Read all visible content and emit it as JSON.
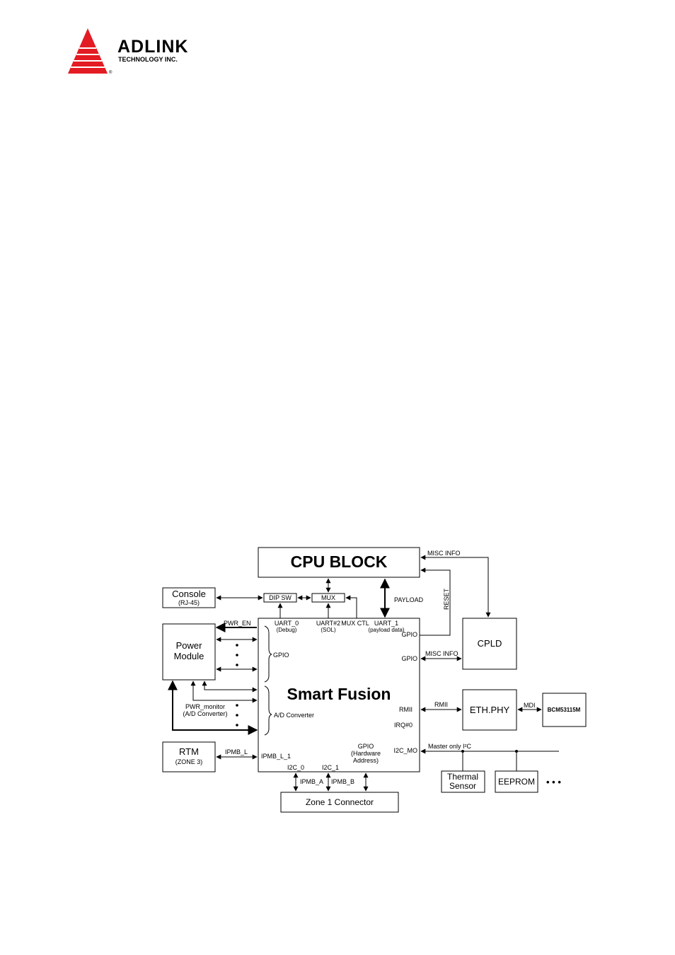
{
  "logo": {
    "brand": "ADLINK",
    "tagline": "TECHNOLOGY INC.",
    "registered": "®",
    "color": "#e31b23"
  },
  "blocks": {
    "cpu": "CPU BLOCK",
    "console": "Console",
    "console_sub": "(RJ-45)",
    "dip_sw": "DIP SW",
    "mux": "MUX",
    "power_line1": "Power",
    "power_line2": "Module",
    "smart_fusion": "Smart Fusion",
    "cpld": "CPLD",
    "eth_phy": "ETH.PHY",
    "bcm": "BCM53115M",
    "rtm": "RTM",
    "rtm_sub": "(ZONE 3)",
    "thermal_line1": "Thermal",
    "thermal_line2": "Sensor",
    "eeprom": "EEPROM",
    "zone1": "Zone 1 Connector"
  },
  "labels": {
    "misc_info_top": "MISC INFO",
    "misc_info_right": "MISC INFO",
    "reset": "RESET",
    "payload": "PAYLOAD",
    "uart0": "UART_0",
    "uart0_sub": "(Debug)",
    "uart2": "UART#2",
    "uart2_sub": "(SOL)",
    "mux_ctl": "MUX CTL",
    "uart1": "UART_1",
    "uart1_sub": "(payload data)",
    "pwr_en": "PWR_EN",
    "gpio_left": "GPIO",
    "gpio_right1": "GPIO",
    "gpio_right2": "GPIO",
    "pwr_monitor": "PWR_monitor",
    "pwr_monitor_sub": "(A/D Converter)",
    "ad_converter": "A/D Converter",
    "rmii_in": "RMII",
    "rmii_out": "RMII",
    "irq": "IRQ#0",
    "mdi": "MDI",
    "master_i2c": "Master only I²C",
    "i2c_mo": "I2C_MO",
    "gpio_hw": "GPIO",
    "gpio_hw_sub1": "(Hardware",
    "gpio_hw_sub2": "Address)",
    "ipmb_l": "IPMB_L",
    "ipmb_l1": "IPMB_L_1",
    "i2c_0": "I2C_0",
    "i2c_1": "I2C_1",
    "ipmb_a": "IPMB_A",
    "ipmb_b": "IPMB_B",
    "ellipsis": "• • •"
  }
}
